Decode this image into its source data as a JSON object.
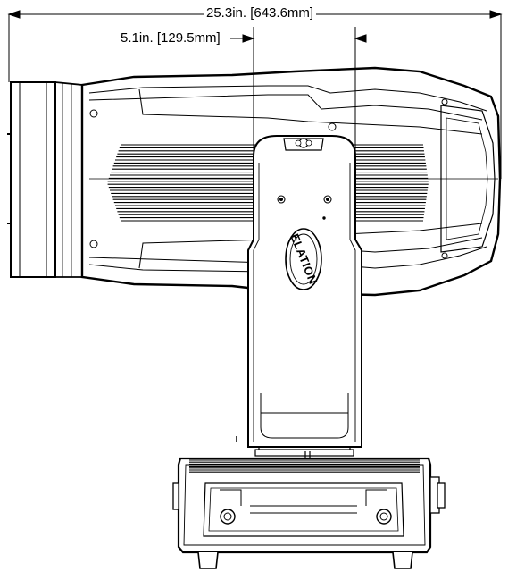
{
  "dimensions": {
    "overall_length": "25.3in. [643.6mm]",
    "yoke_width": "5.1in. [129.5mm]"
  },
  "logo": {
    "text": "ELATION"
  },
  "colors": {
    "line": "#000000",
    "background": "#ffffff"
  }
}
